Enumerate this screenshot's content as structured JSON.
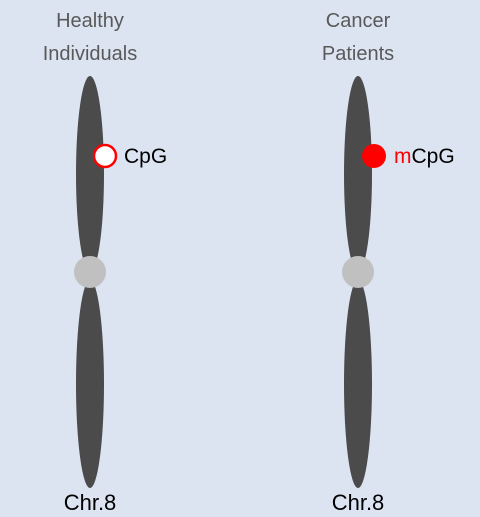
{
  "colors": {
    "background": "#dce4f2",
    "chromosome_arm": "#4b4b4b",
    "centromere": "#c0c0c0",
    "marker_red": "#ff0000",
    "title_text": "#595959",
    "label_text": "#000000"
  },
  "panels": [
    {
      "title_line1": "Healthy",
      "title_line2": "Individuals",
      "site_prefix": "",
      "site_label": "CpG",
      "site_state": "unmethylated (hollow circle)",
      "chromosome_label": "Chr.8"
    },
    {
      "title_line1": "Cancer",
      "title_line2": "Patients",
      "site_prefix": "m",
      "site_label": "CpG",
      "site_state": "methylated (filled circle)",
      "chromosome_label": "Chr.8"
    }
  ]
}
